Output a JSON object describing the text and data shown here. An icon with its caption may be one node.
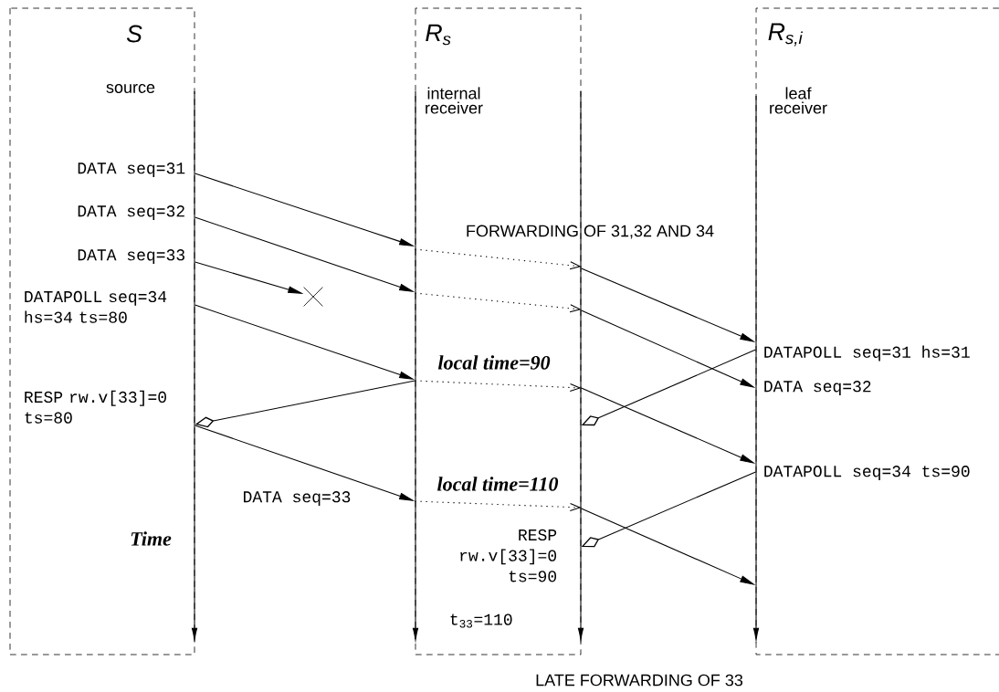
{
  "diagram": {
    "nodes": [
      {
        "text": [
          "S",
          "source"
        ]
      },
      {
        "text": [
          "R$_{s}$",
          "internal receiver"
        ]
      },
      {
        "text": [
          "R$_{s,i}$",
          "leaf receiver"
        ]
      },
      {
        "text": [],
        "shape": "cross"
      }
    ],
    "edges": [
      {
        "from": 0,
        "to": 1,
        "arrow": "to"
      },
      {
        "from": 0,
        "to": 1,
        "arrow": "to"
      },
      {
        "from": 0,
        "to": 3,
        "arrow": "to"
      },
      {
        "from": 0,
        "to": 1,
        "arrow": "to"
      },
      {
        "from": 1,
        "to": 1,
        "arrow": "to",
        "style": "dashed"
      },
      {
        "from": 1,
        "to": 2,
        "arrow": "to"
      },
      {
        "from": 1,
        "to": 1,
        "arrow": "to",
        "style": "dashed"
      },
      {
        "from": 1,
        "to": 2,
        "arrow": "to"
      },
      {
        "from": 2,
        "to": 1,
        "arrow": "to"
      },
      {
        "from": 1,
        "to": 1,
        "arrow": "to",
        "style": "dashed"
      },
      {
        "from": 1,
        "to": 2,
        "arrow": "to"
      },
      {
        "from": 1,
        "to": 0,
        "arrow": "to"
      },
      {
        "from": 0,
        "to": 1,
        "arrow": "to",
        "label": "DATA seq=33"
      },
      {
        "from": 2,
        "to": 1,
        "arrow": "to"
      },
      {
        "from": 1,
        "to": 1,
        "arrow": "to",
        "style": "dashed"
      },
      {
        "from": 1,
        "to": 2,
        "arrow": "to"
      }
    ],
    "labels": [
      "DATA seq=31",
      "DATA seq=32",
      "FORWARDING OF 31,32 AND 34",
      "DATA seq=33",
      "DATAPOLL seq=34 hs=34 ts=80",
      "DATAPOLL seq=31 hs=31",
      "local time=90",
      "DATA seq=32",
      "RESP rw.v[33]=0 ts=80",
      "DATAPOLL seq=34 ts=90",
      "local time=110",
      "Time",
      "RESP rw.v[33]=0 ts=90",
      "t$_{33}$=110",
      "LATE FORWARDING OF 33"
    ]
  }
}
